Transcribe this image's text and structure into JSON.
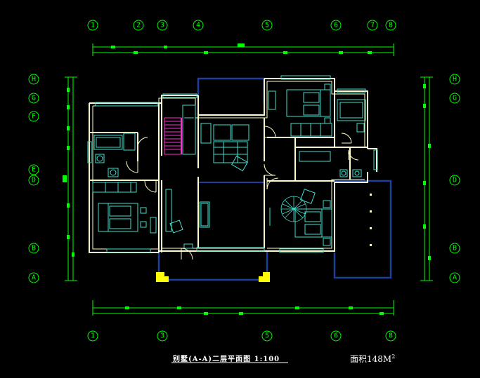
{
  "drawing": {
    "title": "别墅(A-A)二层平面图  1:100",
    "area_label": "面积148M",
    "area_sup": "2"
  },
  "grid_bubbles": {
    "top": [
      "1",
      "2",
      "3",
      "4",
      "5",
      "6",
      "7",
      "8"
    ],
    "bottom": [
      "1",
      "3",
      "5",
      "6",
      "8"
    ],
    "left": [
      "H",
      "G",
      "F",
      "E",
      "D",
      "B",
      "A"
    ],
    "right": [
      "H",
      "G",
      "D",
      "B",
      "A"
    ]
  },
  "colors": {
    "background": "#000000",
    "grid": "#00ff00",
    "wall": "#ffffcc",
    "fixture": "#40e0d0",
    "window": "#1e3fa0",
    "stair": "#ff2fd2",
    "column": "#ffff00",
    "text": "#ffffff"
  }
}
